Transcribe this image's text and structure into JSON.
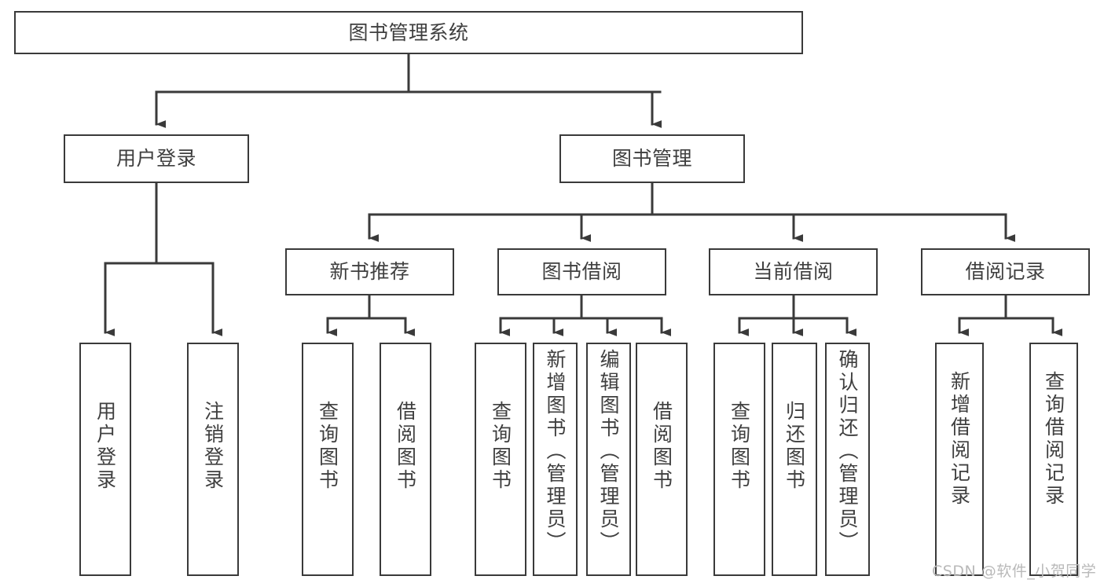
{
  "diagram": {
    "title": "图书管理系统",
    "type": "tree-hierarchy-diagram",
    "orientation": "top-down",
    "watermark": "CSDN @软件_小贺同学",
    "colors": {
      "background": "#ffffff",
      "node_border": "#3a3a3a",
      "node_fill": "#ffffff",
      "text": "#3f3f3f",
      "edge": "#3a3a3a",
      "watermark": "#b9b9b9"
    },
    "nodes": {
      "root": {
        "label": "图书管理系统"
      },
      "level2": [
        {
          "id": "user-login",
          "label": "用户登录"
        },
        {
          "id": "book-manage",
          "label": "图书管理"
        }
      ],
      "level3": [
        {
          "id": "new-book-recommend",
          "label": "新书推荐"
        },
        {
          "id": "book-borrow",
          "label": "图书借阅"
        },
        {
          "id": "current-borrow",
          "label": "当前借阅"
        },
        {
          "id": "borrow-record",
          "label": "借阅记录"
        }
      ],
      "leaves": [
        {
          "id": "leaf-user-login",
          "label": "用户登录",
          "parent": "user-login"
        },
        {
          "id": "leaf-user-logout",
          "label": "注销登录",
          "parent": "user-login"
        },
        {
          "id": "leaf-query-book-1",
          "label": "查询图书",
          "parent": "new-book-recommend"
        },
        {
          "id": "leaf-borrow-book-1",
          "label": "借阅图书",
          "parent": "new-book-recommend"
        },
        {
          "id": "leaf-query-book-2",
          "label": "查询图书",
          "parent": "book-borrow"
        },
        {
          "id": "leaf-add-book",
          "label": "新增图书（管理员）",
          "parent": "book-borrow"
        },
        {
          "id": "leaf-edit-book",
          "label": "编辑图书（管理员）",
          "parent": "book-borrow"
        },
        {
          "id": "leaf-borrow-book-2",
          "label": "借阅图书",
          "parent": "book-borrow"
        },
        {
          "id": "leaf-query-book-3",
          "label": "查询图书",
          "parent": "current-borrow"
        },
        {
          "id": "leaf-return-book",
          "label": "归还图书",
          "parent": "current-borrow"
        },
        {
          "id": "leaf-confirm-return",
          "label": "确认归还（管理员）",
          "parent": "current-borrow"
        },
        {
          "id": "leaf-add-record",
          "label": "新增借阅记录",
          "parent": "borrow-record"
        },
        {
          "id": "leaf-query-record",
          "label": "查询借阅记录",
          "parent": "borrow-record"
        }
      ]
    }
  }
}
